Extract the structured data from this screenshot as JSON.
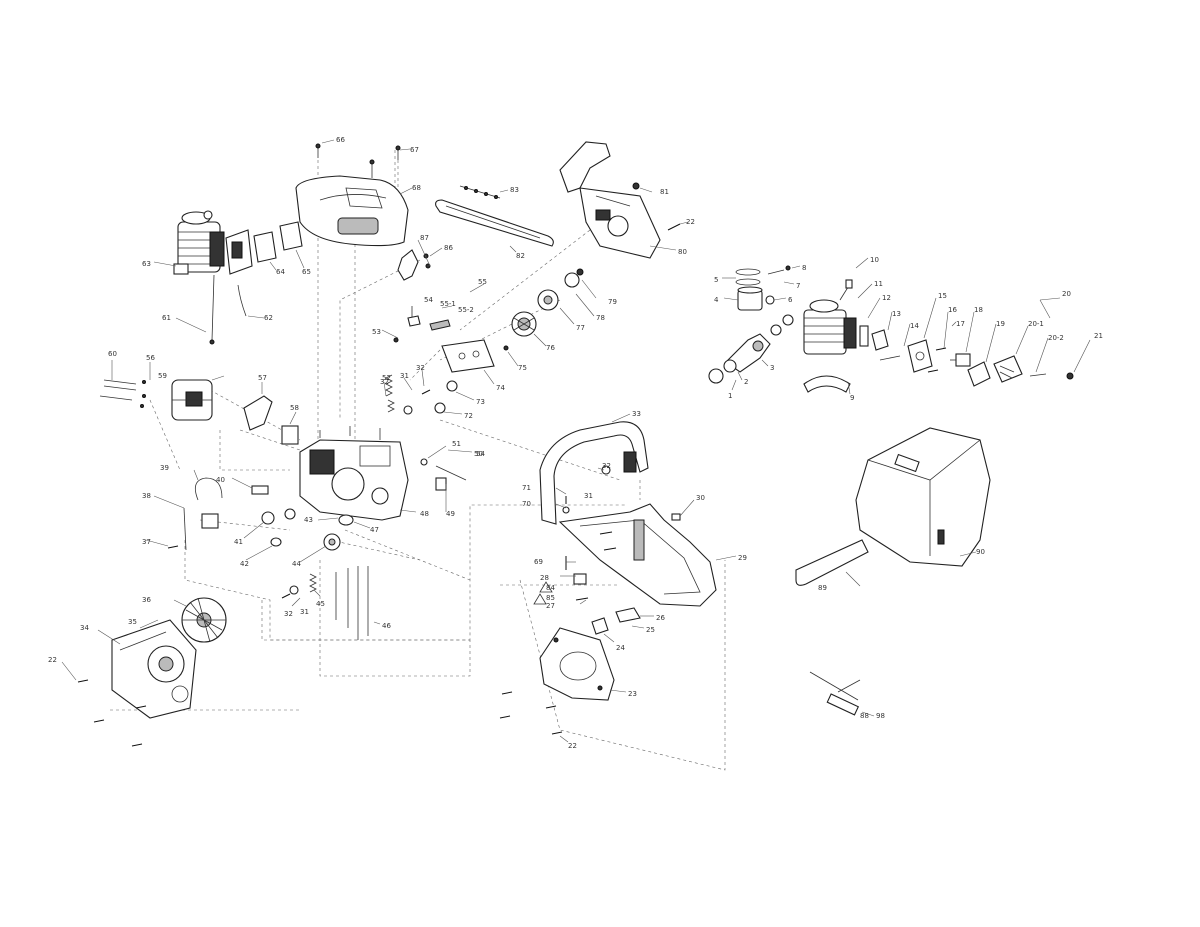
{
  "labels": [
    {
      "id": "1",
      "t": "1"
    },
    {
      "id": "2",
      "t": "2"
    },
    {
      "id": "3",
      "t": "3"
    },
    {
      "id": "4",
      "t": "4"
    },
    {
      "id": "5",
      "t": "5"
    },
    {
      "id": "6",
      "t": "6"
    },
    {
      "id": "7",
      "t": "7"
    },
    {
      "id": "8",
      "t": "8"
    },
    {
      "id": "9",
      "t": "9"
    },
    {
      "id": "10",
      "t": "10"
    },
    {
      "id": "11",
      "t": "11"
    },
    {
      "id": "12",
      "t": "12"
    },
    {
      "id": "13",
      "t": "13"
    },
    {
      "id": "14",
      "t": "14"
    },
    {
      "id": "15",
      "t": "15"
    },
    {
      "id": "16",
      "t": "16"
    },
    {
      "id": "17",
      "t": "17"
    },
    {
      "id": "18",
      "t": "18"
    },
    {
      "id": "19",
      "t": "19"
    },
    {
      "id": "20",
      "t": "20"
    },
    {
      "id": "20-1",
      "t": "20-1"
    },
    {
      "id": "20-2",
      "t": "20-2"
    },
    {
      "id": "21",
      "t": "21"
    },
    {
      "id": "22a",
      "t": "22"
    },
    {
      "id": "22b",
      "t": "22"
    },
    {
      "id": "22c",
      "t": "22"
    },
    {
      "id": "23",
      "t": "23"
    },
    {
      "id": "24",
      "t": "24"
    },
    {
      "id": "25",
      "t": "25"
    },
    {
      "id": "26",
      "t": "26"
    },
    {
      "id": "27",
      "t": "27"
    },
    {
      "id": "28",
      "t": "28"
    },
    {
      "id": "29",
      "t": "29"
    },
    {
      "id": "30",
      "t": "30"
    },
    {
      "id": "31a",
      "t": "31"
    },
    {
      "id": "31b",
      "t": "31"
    },
    {
      "id": "31c",
      "t": "31"
    },
    {
      "id": "32a",
      "t": "32"
    },
    {
      "id": "32b",
      "t": "32"
    },
    {
      "id": "32c",
      "t": "32"
    },
    {
      "id": "32d",
      "t": "32"
    },
    {
      "id": "33",
      "t": "33"
    },
    {
      "id": "34",
      "t": "34"
    },
    {
      "id": "35",
      "t": "35"
    },
    {
      "id": "36",
      "t": "36"
    },
    {
      "id": "37",
      "t": "37"
    },
    {
      "id": "38",
      "t": "38"
    },
    {
      "id": "39",
      "t": "39"
    },
    {
      "id": "40",
      "t": "40"
    },
    {
      "id": "41",
      "t": "41"
    },
    {
      "id": "42",
      "t": "42"
    },
    {
      "id": "43",
      "t": "43"
    },
    {
      "id": "44",
      "t": "44"
    },
    {
      "id": "45",
      "t": "45"
    },
    {
      "id": "46",
      "t": "46"
    },
    {
      "id": "47",
      "t": "47"
    },
    {
      "id": "48",
      "t": "48"
    },
    {
      "id": "49",
      "t": "49"
    },
    {
      "id": "50",
      "t": "50"
    },
    {
      "id": "51",
      "t": "51"
    },
    {
      "id": "52",
      "t": "52"
    },
    {
      "id": "53",
      "t": "53"
    },
    {
      "id": "54a",
      "t": "54"
    },
    {
      "id": "54b",
      "t": "54"
    },
    {
      "id": "55",
      "t": "55"
    },
    {
      "id": "55-1",
      "t": "55-1"
    },
    {
      "id": "55-2",
      "t": "55-2"
    },
    {
      "id": "56",
      "t": "56"
    },
    {
      "id": "57",
      "t": "57"
    },
    {
      "id": "58",
      "t": "58"
    },
    {
      "id": "59",
      "t": "59"
    },
    {
      "id": "60",
      "t": "60"
    },
    {
      "id": "61",
      "t": "61"
    },
    {
      "id": "62",
      "t": "62"
    },
    {
      "id": "63",
      "t": "63"
    },
    {
      "id": "64",
      "t": "64"
    },
    {
      "id": "65",
      "t": "65"
    },
    {
      "id": "66",
      "t": "66"
    },
    {
      "id": "67",
      "t": "67"
    },
    {
      "id": "68",
      "t": "68"
    },
    {
      "id": "69",
      "t": "69"
    },
    {
      "id": "70",
      "t": "70"
    },
    {
      "id": "71",
      "t": "71"
    },
    {
      "id": "72",
      "t": "72"
    },
    {
      "id": "73",
      "t": "73"
    },
    {
      "id": "74",
      "t": "74"
    },
    {
      "id": "75",
      "t": "75"
    },
    {
      "id": "76",
      "t": "76"
    },
    {
      "id": "77",
      "t": "77"
    },
    {
      "id": "78",
      "t": "78"
    },
    {
      "id": "79",
      "t": "79"
    },
    {
      "id": "80",
      "t": "80"
    },
    {
      "id": "81",
      "t": "81"
    },
    {
      "id": "82",
      "t": "82"
    },
    {
      "id": "83",
      "t": "83"
    },
    {
      "id": "84",
      "t": "84"
    },
    {
      "id": "85",
      "t": "85"
    },
    {
      "id": "86",
      "t": "86"
    },
    {
      "id": "87",
      "t": "87"
    },
    {
      "id": "88",
      "t": "88"
    },
    {
      "id": "89",
      "t": "89"
    },
    {
      "id": "90",
      "t": "90"
    },
    {
      "id": "98",
      "t": "98"
    }
  ]
}
